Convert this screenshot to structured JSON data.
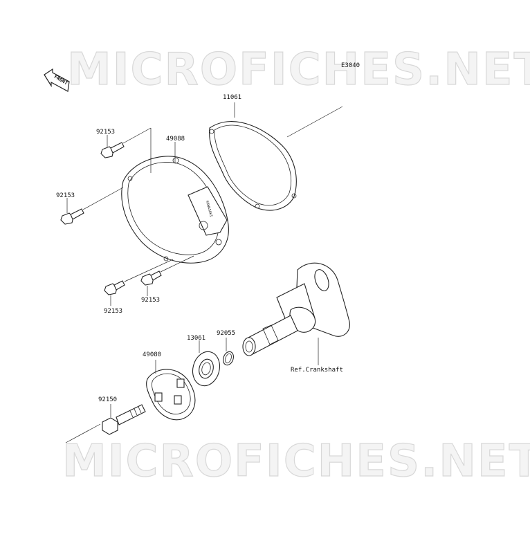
{
  "diagram_code": "E3040",
  "watermark": "MICROFICHES.NET",
  "front_arrow_label": "FRONT",
  "cover_stamp": "KAWASAKI",
  "parts": [
    {
      "ref": "11061"
    },
    {
      "ref": "49088"
    },
    {
      "ref": "92153"
    },
    {
      "ref": "92153"
    },
    {
      "ref": "92153"
    },
    {
      "ref": "92153"
    },
    {
      "ref": "13061"
    },
    {
      "ref": "92055"
    },
    {
      "ref": "49080"
    },
    {
      "ref": "92150"
    },
    {
      "ref": "Ref.Crankshaft"
    }
  ]
}
